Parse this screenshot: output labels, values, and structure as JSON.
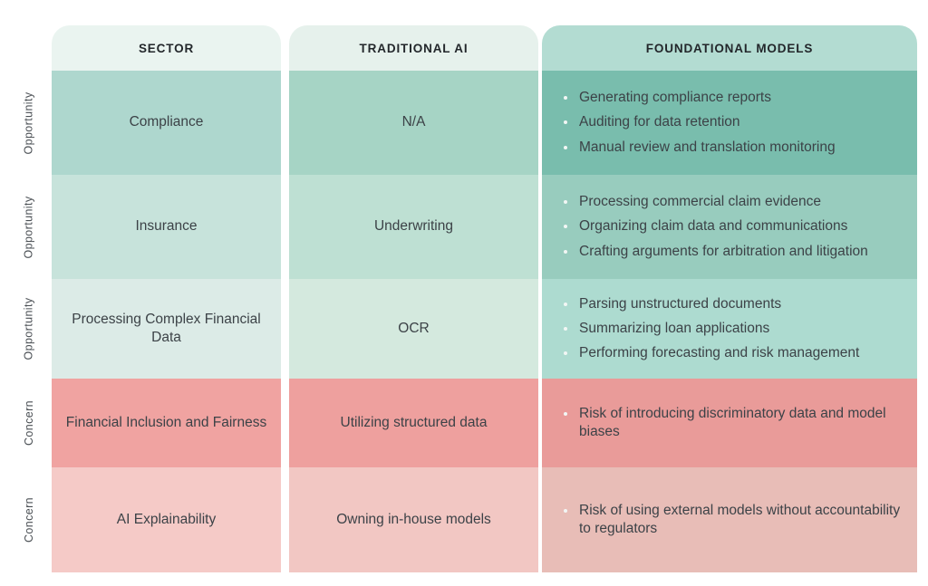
{
  "rail": {
    "labels": [
      {
        "text": "Opportunity"
      },
      {
        "text": "Opportunity"
      },
      {
        "text": "Opportunity"
      },
      {
        "text": "Concern"
      },
      {
        "text": "Concern"
      }
    ]
  },
  "table": {
    "headers": [
      "SECTOR",
      "TRADITIONAL AI",
      "FOUNDATIONAL MODELS"
    ],
    "rows": [
      {
        "category": "Opportunity",
        "sector": "Compliance",
        "traditional_ai": "N/A",
        "foundational_models": [
          "Generating compliance reports",
          "Auditing for data retention",
          "Manual review and translation monitoring"
        ]
      },
      {
        "category": "Opportunity",
        "sector": "Insurance",
        "traditional_ai": "Underwriting",
        "foundational_models": [
          "Processing commercial claim evidence",
          "Organizing claim data and communications",
          "Crafting arguments for arbitration and litigation"
        ]
      },
      {
        "category": "Opportunity",
        "sector": "Processing Complex Financial Data",
        "traditional_ai": "OCR",
        "foundational_models": [
          "Parsing unstructured documents",
          "Summarizing loan applications",
          "Performing forecasting and risk management"
        ]
      },
      {
        "category": "Concern",
        "sector": "Financial Inclusion and Fairness",
        "traditional_ai": "Utilizing structured data",
        "foundational_models": [
          "Risk of introducing discriminatory data and model biases"
        ]
      },
      {
        "category": "Concern",
        "sector": "AI Explainability",
        "traditional_ai": "Owning in-house models",
        "foundational_models": [
          "Risk of using external models without accountability to regulators"
        ]
      }
    ]
  },
  "colors": {
    "page_background": "#ffffff",
    "text": "#3c4247",
    "header_text": "#23272b",
    "bullet": "#f2f6f4",
    "col1_header": "#eaf4f0",
    "col2_header": "#e6f1ec",
    "col3_header": "#b3dcd2",
    "col1": [
      "#aed7ce",
      "#c7e3db",
      "#dcebe7",
      "#f0a3a1",
      "#f5cac7"
    ],
    "col2": [
      "#a6d4c5",
      "#bee0d3",
      "#d4e9de",
      "#eea09e",
      "#f2c7c3"
    ],
    "col3": [
      "#79bdad",
      "#98ccbe",
      "#addbd0",
      "#e99b99",
      "#e8bdb7"
    ]
  }
}
